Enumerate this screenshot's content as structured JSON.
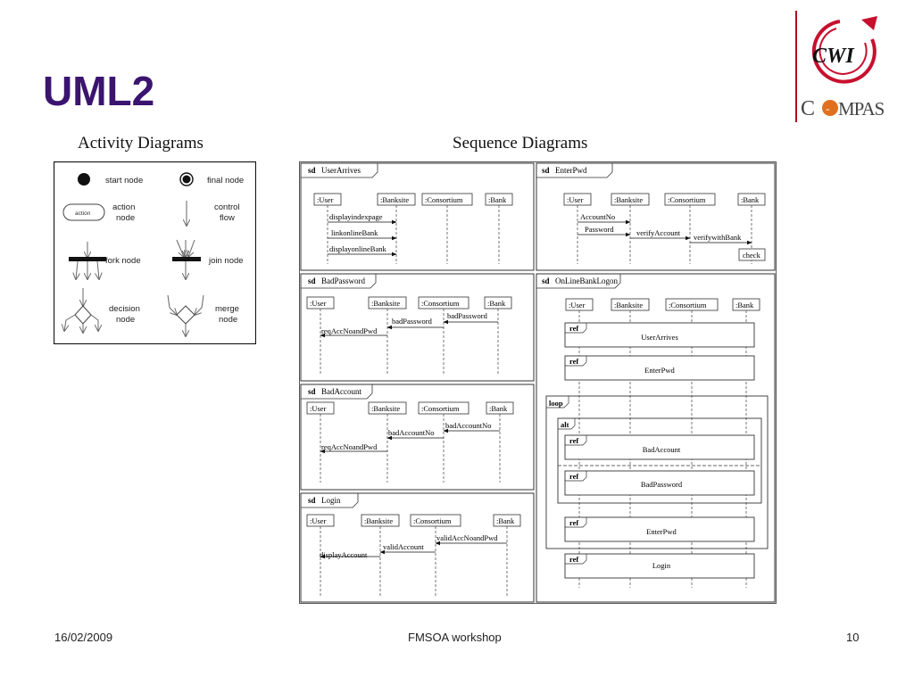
{
  "slide": {
    "title": "UML2"
  },
  "headings": {
    "activity": "Activity Diagrams",
    "sequence": "Sequence Diagrams"
  },
  "logo": {
    "cwi": "CWI",
    "compas_left": "C",
    "compas_right": "MPAS",
    "brand_color": "#c8102e"
  },
  "activity_legend": [
    {
      "label": "start node"
    },
    {
      "label": "final node"
    },
    {
      "label": "action node",
      "shape_text": "action"
    },
    {
      "label": "control flow"
    },
    {
      "label": "fork node"
    },
    {
      "label": "join node"
    },
    {
      "label": "decision node"
    },
    {
      "label": "merge node"
    }
  ],
  "sequence": {
    "frame_prefix": "sd",
    "user_arrives": {
      "name": "UserArrives",
      "lifelines": [
        ":User",
        ":Banksite",
        ":Consortium",
        ":Bank"
      ],
      "messages": [
        "displayindexpage",
        "linkonlineBank",
        "displayonlineBank"
      ]
    },
    "enter_pwd": {
      "name": "EnterPwd",
      "lifelines": [
        ":User",
        ":Banksite",
        ":Consortium",
        ":Bank"
      ],
      "messages": [
        "AccountNo",
        "Password",
        "verifyAccount",
        "verifywithBank",
        "check"
      ]
    },
    "bad_password": {
      "name": "BadPassword",
      "lifelines": [
        ":User",
        ":Banksite",
        ":Consortium",
        ":Bank"
      ],
      "messages": [
        "badPassword",
        "badPassword",
        "reqAccNoandPwd"
      ]
    },
    "bad_account": {
      "name": "BadAccount",
      "lifelines": [
        ":User",
        ":Banksite",
        ":Consortium",
        ":Bank"
      ],
      "messages": [
        "badAccountNo",
        "badAccountNo",
        "reqAccNoandPwd"
      ]
    },
    "login": {
      "name": "Login",
      "lifelines": [
        ":User",
        ":Banksite",
        ":Consortium",
        ":Bank"
      ],
      "messages": [
        "validAccNoandPwd",
        "validAccount",
        "displayAccount"
      ]
    },
    "online_bank_logon": {
      "name": "OnLineBankLogon",
      "lifelines": [
        ":User",
        ":Banksite",
        ":Consortium",
        ":Bank"
      ],
      "ref_keyword": "ref",
      "loop_keyword": "loop",
      "alt_keyword": "alt",
      "refs": [
        "UserArrives",
        "EnterPwd",
        "BadAccount",
        "BadPassword",
        "EnterPwd",
        "Login"
      ]
    }
  },
  "footer": {
    "date": "16/02/2009",
    "center": "FMSOA workshop",
    "page": "10"
  }
}
